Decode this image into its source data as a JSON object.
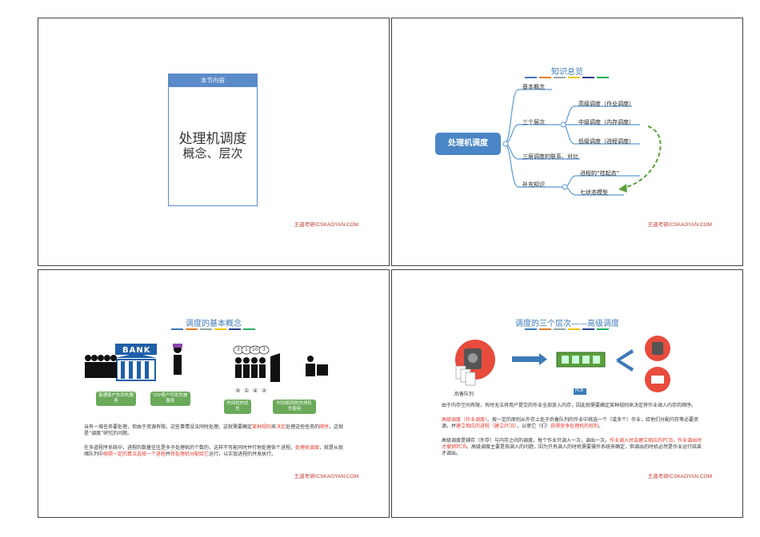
{
  "footer": "王道考研/CSKAOYAN.COM",
  "slide1": {
    "card_header": "本节内容",
    "title_line1": "处理机调度",
    "title_line2": "概念、层次"
  },
  "slide2": {
    "title": "知识总览",
    "root": "处理机调度",
    "branches": {
      "basic": "基本概念",
      "levels": "三个层次",
      "relation": "三层调度的联系、对比",
      "extra": "补充知识"
    },
    "levels": [
      "高级调度（作业调度）",
      "中级调度（内存调度）",
      "低级调度（进程调度）"
    ],
    "extra_items": [
      "进程的“挂起态”",
      "七状态模型"
    ],
    "bar_colors": [
      "#3d7ab8",
      "#e67e22",
      "#95a5a6",
      "#f1c40f",
      "#2c3e8f",
      "#27ae60"
    ]
  },
  "slide3": {
    "title": "调度的基本概念",
    "bank_label": "BANK",
    "bubble1": "普通客户先到先服务",
    "bubble2": "VIP客户可优先被服务",
    "bubble3": "时间短的优先",
    "bubble4": "时间相同的先排队先使用",
    "tags_top": [
      "3",
      "1",
      "10",
      "3"
    ],
    "nums_bottom": [
      "③",
      "①",
      "④",
      "②"
    ],
    "para1_a": "当有一堆任务要处理，但由于资源有限，这些事情没法同时处理。这就需要确定",
    "para1_red": "某种规则",
    "para1_b": "来",
    "para1_red2": "决定",
    "para1_c": "处理这些任务的",
    "para1_red3": "顺序",
    "para1_d": "，这就是“调度”研究的问题。",
    "para2_a": "在多道程序系统中，进程的数量往往是多于处理机的个数的，这样不可能同时并行地处理各个进程。",
    "para2_red": "处理机调度",
    "para2_b": "，就是从就绪队列中",
    "para2_red2": "按照一定的算法选择一个进程",
    "para2_c": "并",
    "para2_red3": "将处理机分配给它",
    "para2_d": "运行，以实现进程的并发执行。"
  },
  "slide4": {
    "title": "调度的三个层次——高级调度",
    "queue_label": "后备队列",
    "pcb_label": "PCB",
    "para1": "由于内存空间有限，有时无法将用户提交的作业全部放入内存，因此就需要确定某种规则来决定将作业调入内存的顺序。",
    "para2_red": "高级调度（作业调度）",
    "para2_a": "。按一定的原则从外存上处于后备队列的作业中挑选一个（或多个）作业，给他们分配内存等必要资源，并",
    "para2_red2": "建立相应的进程（建立PCB）",
    "para2_b": "，以使它（们）",
    "para2_red3": "获得竞争处理机的权利",
    "para2_c": "。",
    "para3_a": "高级调度是辅存（外存）与内存之间的调度。每个作业只调入一次，调出一次。",
    "para3_red": "作业调入时会建立相应的PCB，作业调出时才撤销PCB",
    "para3_b": "。高级调度主要是指调入的问题，因为只有调入的时机需要操作系统来确定，但调出的时机必然是作业运行结束才调出。"
  }
}
